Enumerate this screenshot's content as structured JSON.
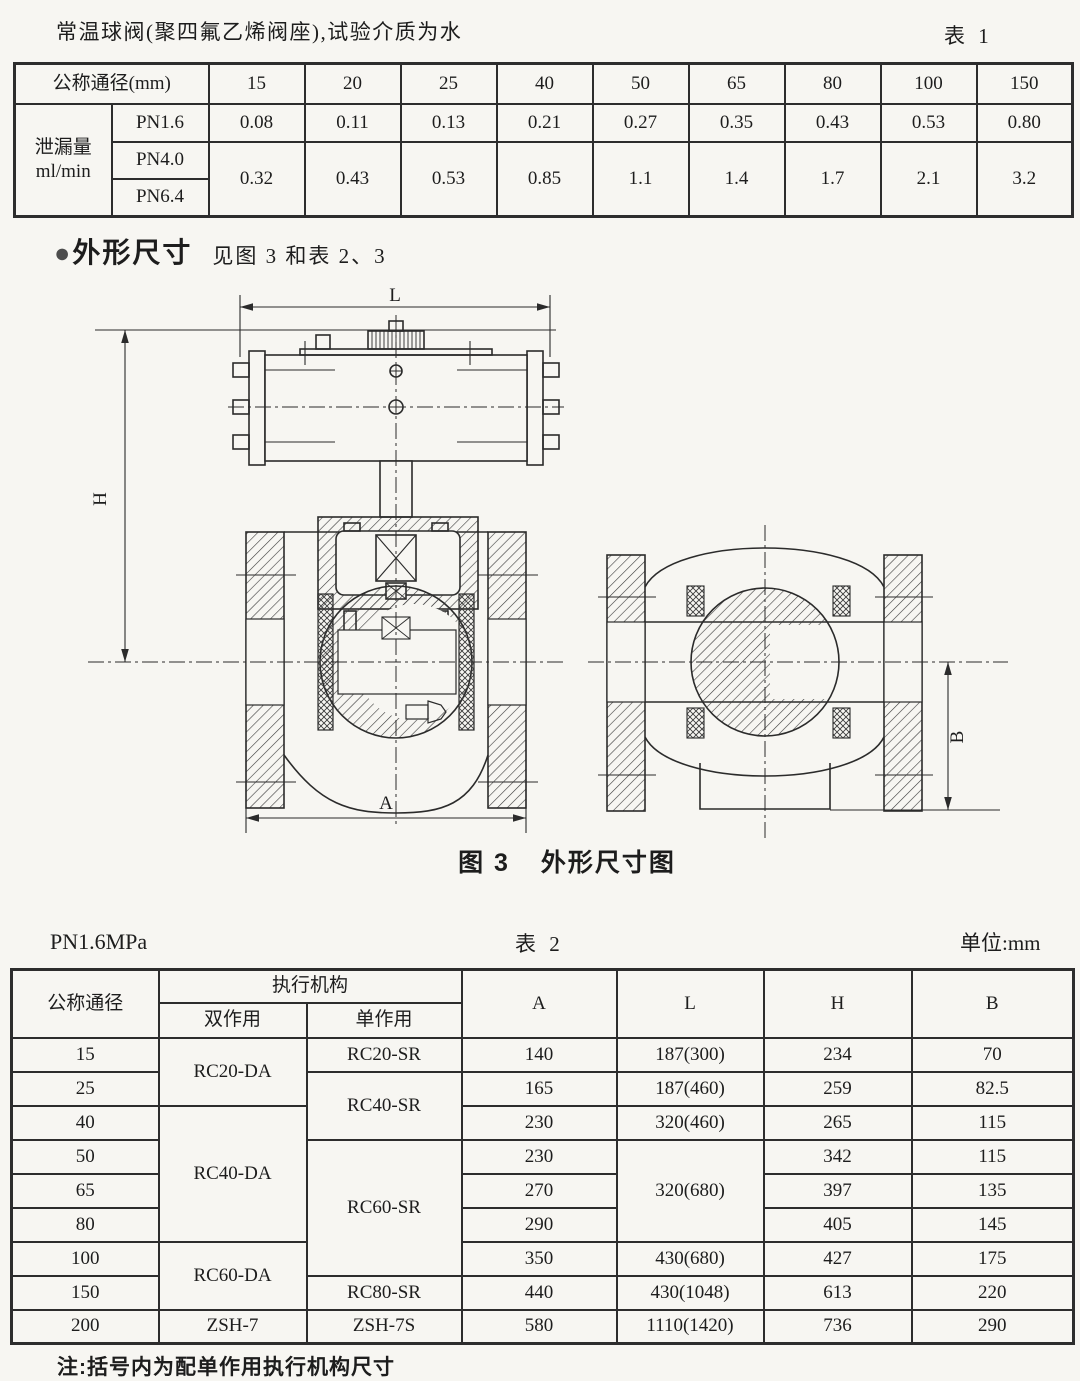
{
  "page_title": "常温球阀(聚四氟乙烯阀座),试验介质为水",
  "table1_tag": "表 1",
  "section": {
    "bullet": "●",
    "title": "外形尺寸",
    "subtitle": "见图 3 和表 2、3"
  },
  "figure": {
    "caption_no": "图 3",
    "caption_text": "外形尺寸图",
    "dim_l": "L",
    "dim_h": "H",
    "dim_a": "A",
    "dim_b": "B"
  },
  "table1": {
    "header_dn": "公称通径(mm)",
    "dn_values": [
      "15",
      "20",
      "25",
      "40",
      "50",
      "65",
      "80",
      "100",
      "150"
    ],
    "leak_label_line1": "泄漏量",
    "leak_label_line2": "ml/min",
    "pn_rows": [
      "PN1.6",
      "PN4.0",
      "PN6.4"
    ],
    "pn16": [
      "0.08",
      "0.11",
      "0.13",
      "0.21",
      "0.27",
      "0.35",
      "0.43",
      "0.53",
      "0.80"
    ],
    "pn40_64": [
      "0.32",
      "0.43",
      "0.53",
      "0.85",
      "1.1",
      "1.4",
      "1.7",
      "2.1",
      "3.2"
    ]
  },
  "table2_meta": {
    "pressure": "PN1.6MPa",
    "tag": "表 2",
    "unit": "单位:mm"
  },
  "table2": {
    "h_dn": "公称通径",
    "h_actuator": "执行机构",
    "h_da": "双作用",
    "h_sa": "单作用",
    "h_a": "A",
    "h_l": "L",
    "h_h": "H",
    "h_b": "B",
    "dn": [
      "15",
      "25",
      "40",
      "50",
      "65",
      "80",
      "100",
      "150",
      "200"
    ],
    "da": [
      "RC20-DA",
      "RC40-DA",
      "RC60-DA",
      "ZSH-7"
    ],
    "sa": [
      "RC20-SR",
      "RC40-SR",
      "RC60-SR",
      "RC80-SR",
      "ZSH-7S"
    ],
    "a": [
      "140",
      "165",
      "230",
      "230",
      "270",
      "290",
      "350",
      "440",
      "580"
    ],
    "l": [
      "187(300)",
      "187(460)",
      "320(460)",
      "320(680)",
      "430(680)",
      "430(1048)",
      "1110(1420)"
    ],
    "h": [
      "234",
      "259",
      "265",
      "342",
      "397",
      "405",
      "427",
      "613",
      "736"
    ],
    "b": [
      "70",
      "82.5",
      "115",
      "115",
      "135",
      "145",
      "175",
      "220",
      "290"
    ]
  },
  "note": "注:括号内为配单作用执行机构尺寸"
}
